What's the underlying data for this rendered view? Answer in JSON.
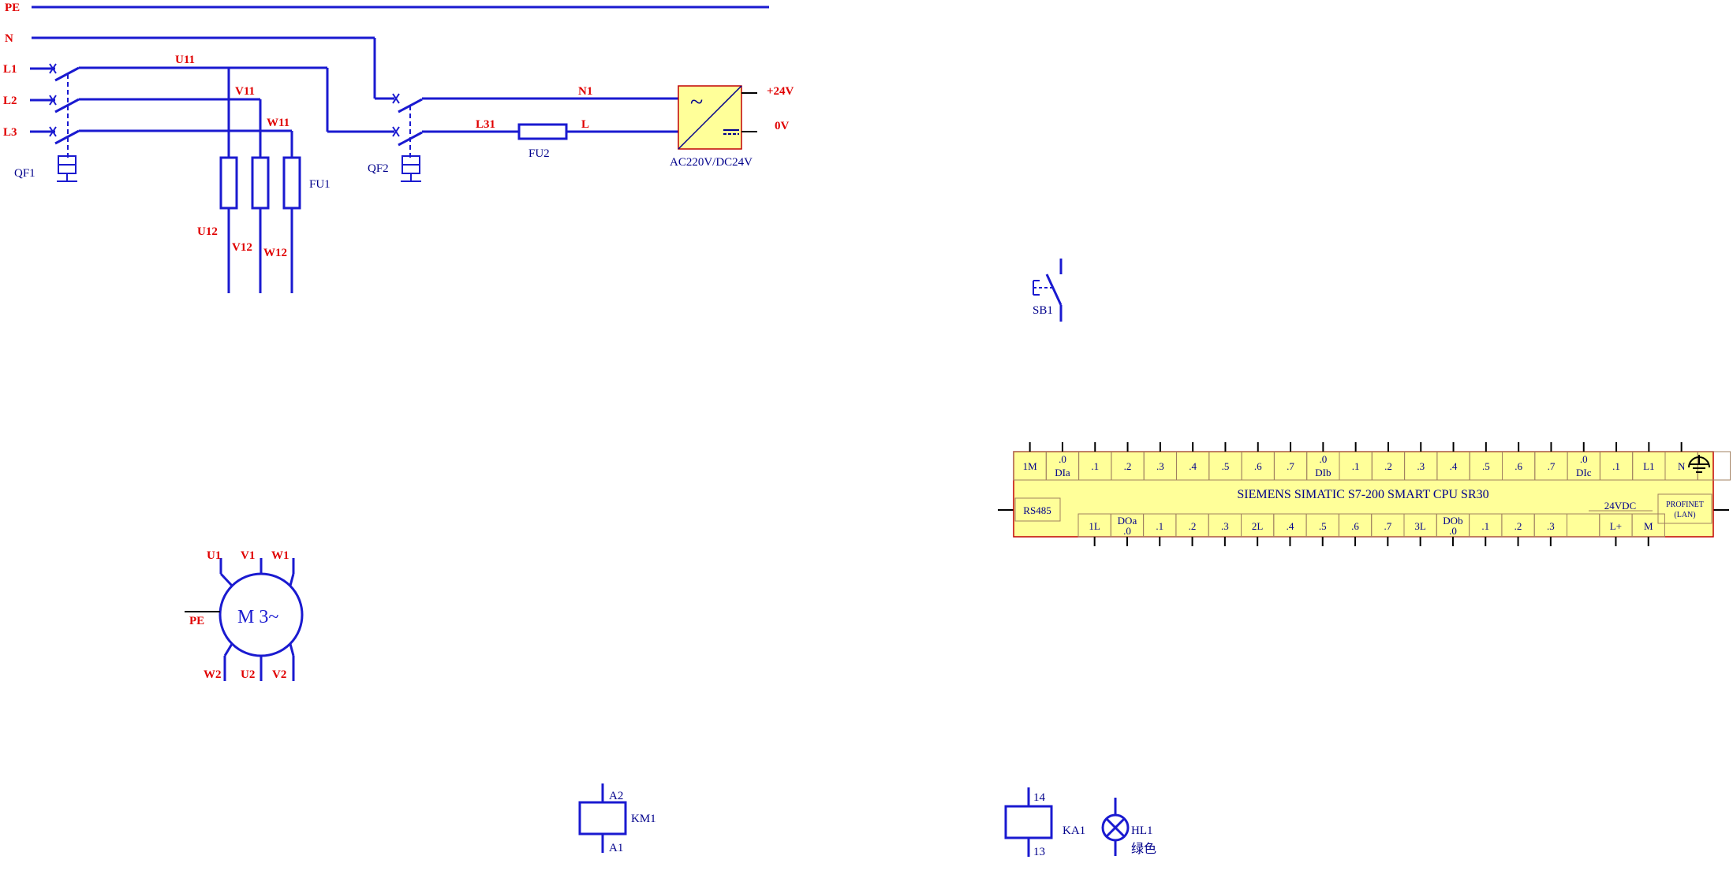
{
  "colors": {
    "wire": "#1a1ad0",
    "label_red": "#e00000",
    "label_navy": "#00008b",
    "plc_fill": "#ffff99",
    "psu_fill": "#ffff99",
    "plc_border": "#c00000"
  },
  "power_rails": {
    "pe": "PE",
    "n": "N",
    "l1": "L1",
    "l2": "L2",
    "l3": "L3"
  },
  "wire_labels": {
    "u11": "U11",
    "v11": "V11",
    "w11": "W11",
    "u12": "U12",
    "v12": "V12",
    "w12": "W12",
    "l31": "L31",
    "n1": "N1",
    "l": "L",
    "p24": "+24V",
    "zero": "0V"
  },
  "components": {
    "qf1": "QF1",
    "qf2": "QF2",
    "fu1": "FU1",
    "fu2": "FU2",
    "psu": "AC220V/DC24V",
    "psu_ac": "~",
    "psu_dc": "═",
    "sb1": "SB1",
    "km1": "KM1",
    "ka1": "KA1",
    "hl1": "HL1",
    "hl1_color": "绿色",
    "a1": "A1",
    "a2": "A2",
    "t13": "13",
    "t14": "14"
  },
  "motor": {
    "label": "M 3~",
    "top": [
      "U1",
      "V1",
      "W1"
    ],
    "bottom": [
      "W2",
      "U2",
      "V2"
    ],
    "pe": "PE"
  },
  "plc": {
    "title": "SIEMENS SIMATIC S7-200 SMART CPU SR30",
    "top_terminals": [
      "1M",
      ".0",
      ".1",
      ".2",
      ".3",
      ".4",
      ".5",
      ".6",
      ".7",
      ".0",
      ".1",
      ".2",
      ".3",
      ".4",
      ".5",
      ".6",
      ".7",
      ".0",
      ".1",
      "L1",
      "N"
    ],
    "dia": "DIa",
    "dib": "DIb",
    "dic": "DIc",
    "bottom_terminals": [
      "1L",
      "DOa",
      ".1",
      ".2",
      ".3",
      "2L",
      ".4",
      ".5",
      ".6",
      ".7",
      "3L",
      "DOb",
      ".1",
      ".2",
      ".3",
      "",
      "L+",
      "M"
    ],
    "doa0": ".0",
    "dob0": ".0",
    "rs485": "RS485",
    "vdc": "24VDC",
    "profinet": "PROFINET",
    "lan": "(LAN)",
    "ground_icon": "ground-icon"
  }
}
